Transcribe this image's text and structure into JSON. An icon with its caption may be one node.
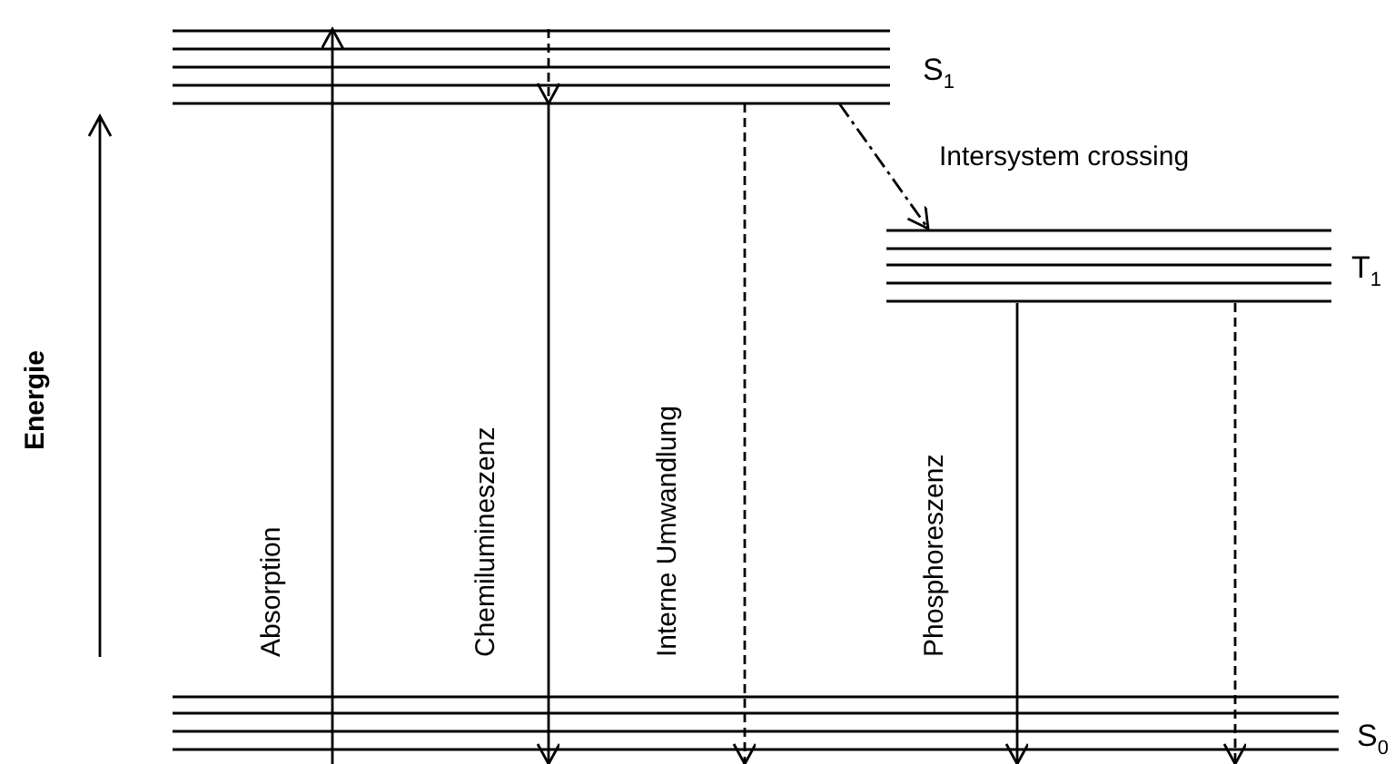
{
  "diagram": {
    "nodes": [
      {
        "text": [
          "S$_{1}$"
        ]
      },
      {
        "text": [
          "T$_{1}$"
        ]
      },
      {
        "text": [
          "S$_{0}$"
        ]
      }
    ],
    "edges": [
      {
        "from": 2,
        "to": 0,
        "arrow": "to",
        "label": "Absorption"
      },
      {
        "from": 0,
        "to": 0,
        "arrow": "to",
        "style": "dashed"
      },
      {
        "from": 0,
        "to": 2,
        "arrow": "to",
        "label": "Chemilumineszenz"
      },
      {
        "from": 0,
        "to": 2,
        "arrow": "to",
        "style": "dashed",
        "label": "Interne Umwandlung"
      },
      {
        "from": 0,
        "to": 1,
        "arrow": "to",
        "style": "dashed",
        "label": "Intersystem crossing"
      },
      {
        "from": 1,
        "to": 2,
        "arrow": "to",
        "label": "Phosphoreszenz"
      },
      {
        "from": 1,
        "to": 2,
        "arrow": "to",
        "style": "dashed"
      }
    ],
    "labels": [
      "Energie"
    ]
  }
}
